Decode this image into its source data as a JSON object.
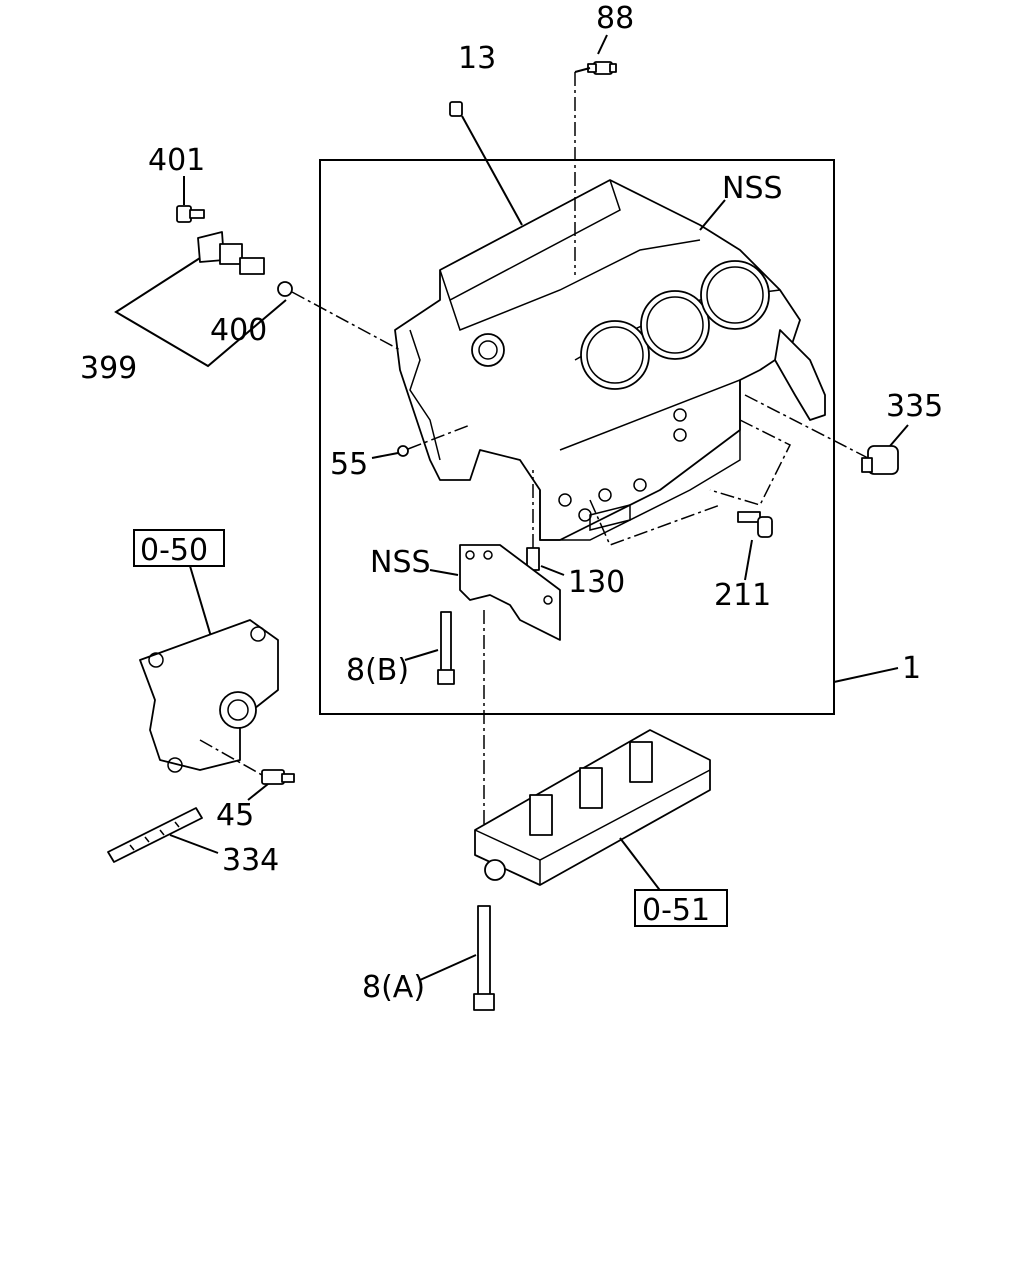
{
  "callouts": {
    "c88": "88",
    "c13": "13",
    "c401": "401",
    "cNSS_top": "NSS",
    "c400": "400",
    "c399": "399",
    "c335": "335",
    "c55": "55",
    "cNSS_cap": "NSS",
    "c130": "130",
    "c211": "211",
    "c8B": "8(B)",
    "c1": "1",
    "c8A": "8(A)",
    "c45": "45",
    "c334": "334"
  },
  "ref_boxes": {
    "r050": "0-50",
    "r051": "0-51"
  }
}
